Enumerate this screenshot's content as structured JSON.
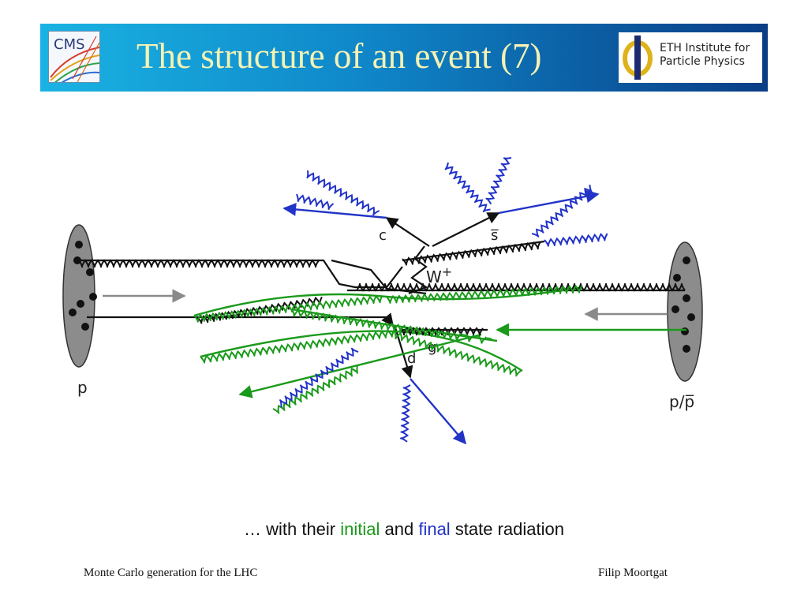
{
  "header": {
    "title": "The structure of an event (7)",
    "left_logo": {
      "text": "CMS",
      "icon": "cms-logo"
    },
    "right_logo": {
      "line1": "ETH Institute for",
      "line2": "Particle Physics",
      "icon": "eth-phi-logo"
    }
  },
  "diagram": {
    "labels": {
      "proton_left": "p",
      "proton_right": "p/p̅",
      "quark_c": "c",
      "quark_sbar": "s̅",
      "boson": "W",
      "boson_charge": "+",
      "quark_d": "d",
      "quark_g": "g"
    },
    "colors": {
      "hard_process": "#111111",
      "initial_state_radiation": "#1a9a1a",
      "final_state_radiation": "#2233c8",
      "beam_arrow": "#8a8a8a",
      "proton": "#8c8c8c"
    }
  },
  "caption": {
    "prefix": "… with their ",
    "initial": "initial",
    "middle": " and ",
    "final": "final",
    "suffix": " state radiation"
  },
  "footer": {
    "left": "Monte Carlo generation for the LHC",
    "right": "Filip Moortgat"
  }
}
